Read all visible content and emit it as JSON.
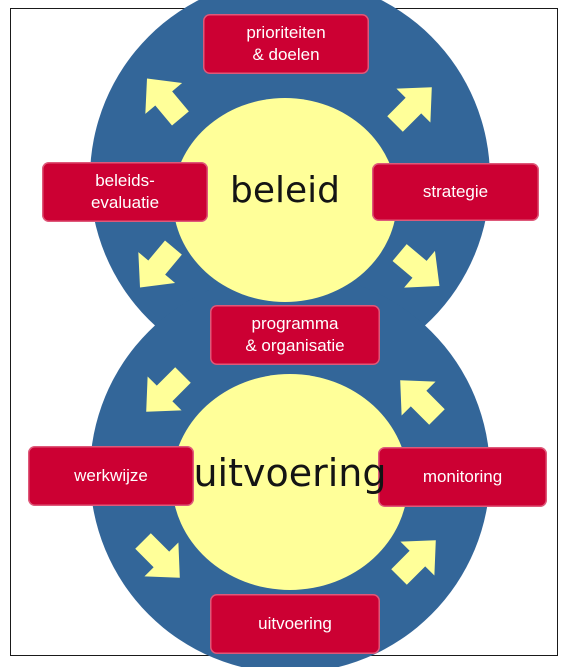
{
  "colors": {
    "ring": "#336699",
    "inner": "#ffff99",
    "box": "#cc0033",
    "arrow": "#ffff99"
  },
  "diagram": {
    "top_cycle_center": "beleid",
    "bottom_cycle_center": "uitvoering",
    "steps": {
      "prioriteiten": "prioriteiten\n& doelen",
      "strategie": "strategie",
      "programma": "programma\n& organisatie",
      "beleidsevaluatie": "beleids-\nevaluatie",
      "werkwijze": "werkwijze",
      "monitoring": "monitoring",
      "uitvoering": "uitvoering"
    }
  }
}
